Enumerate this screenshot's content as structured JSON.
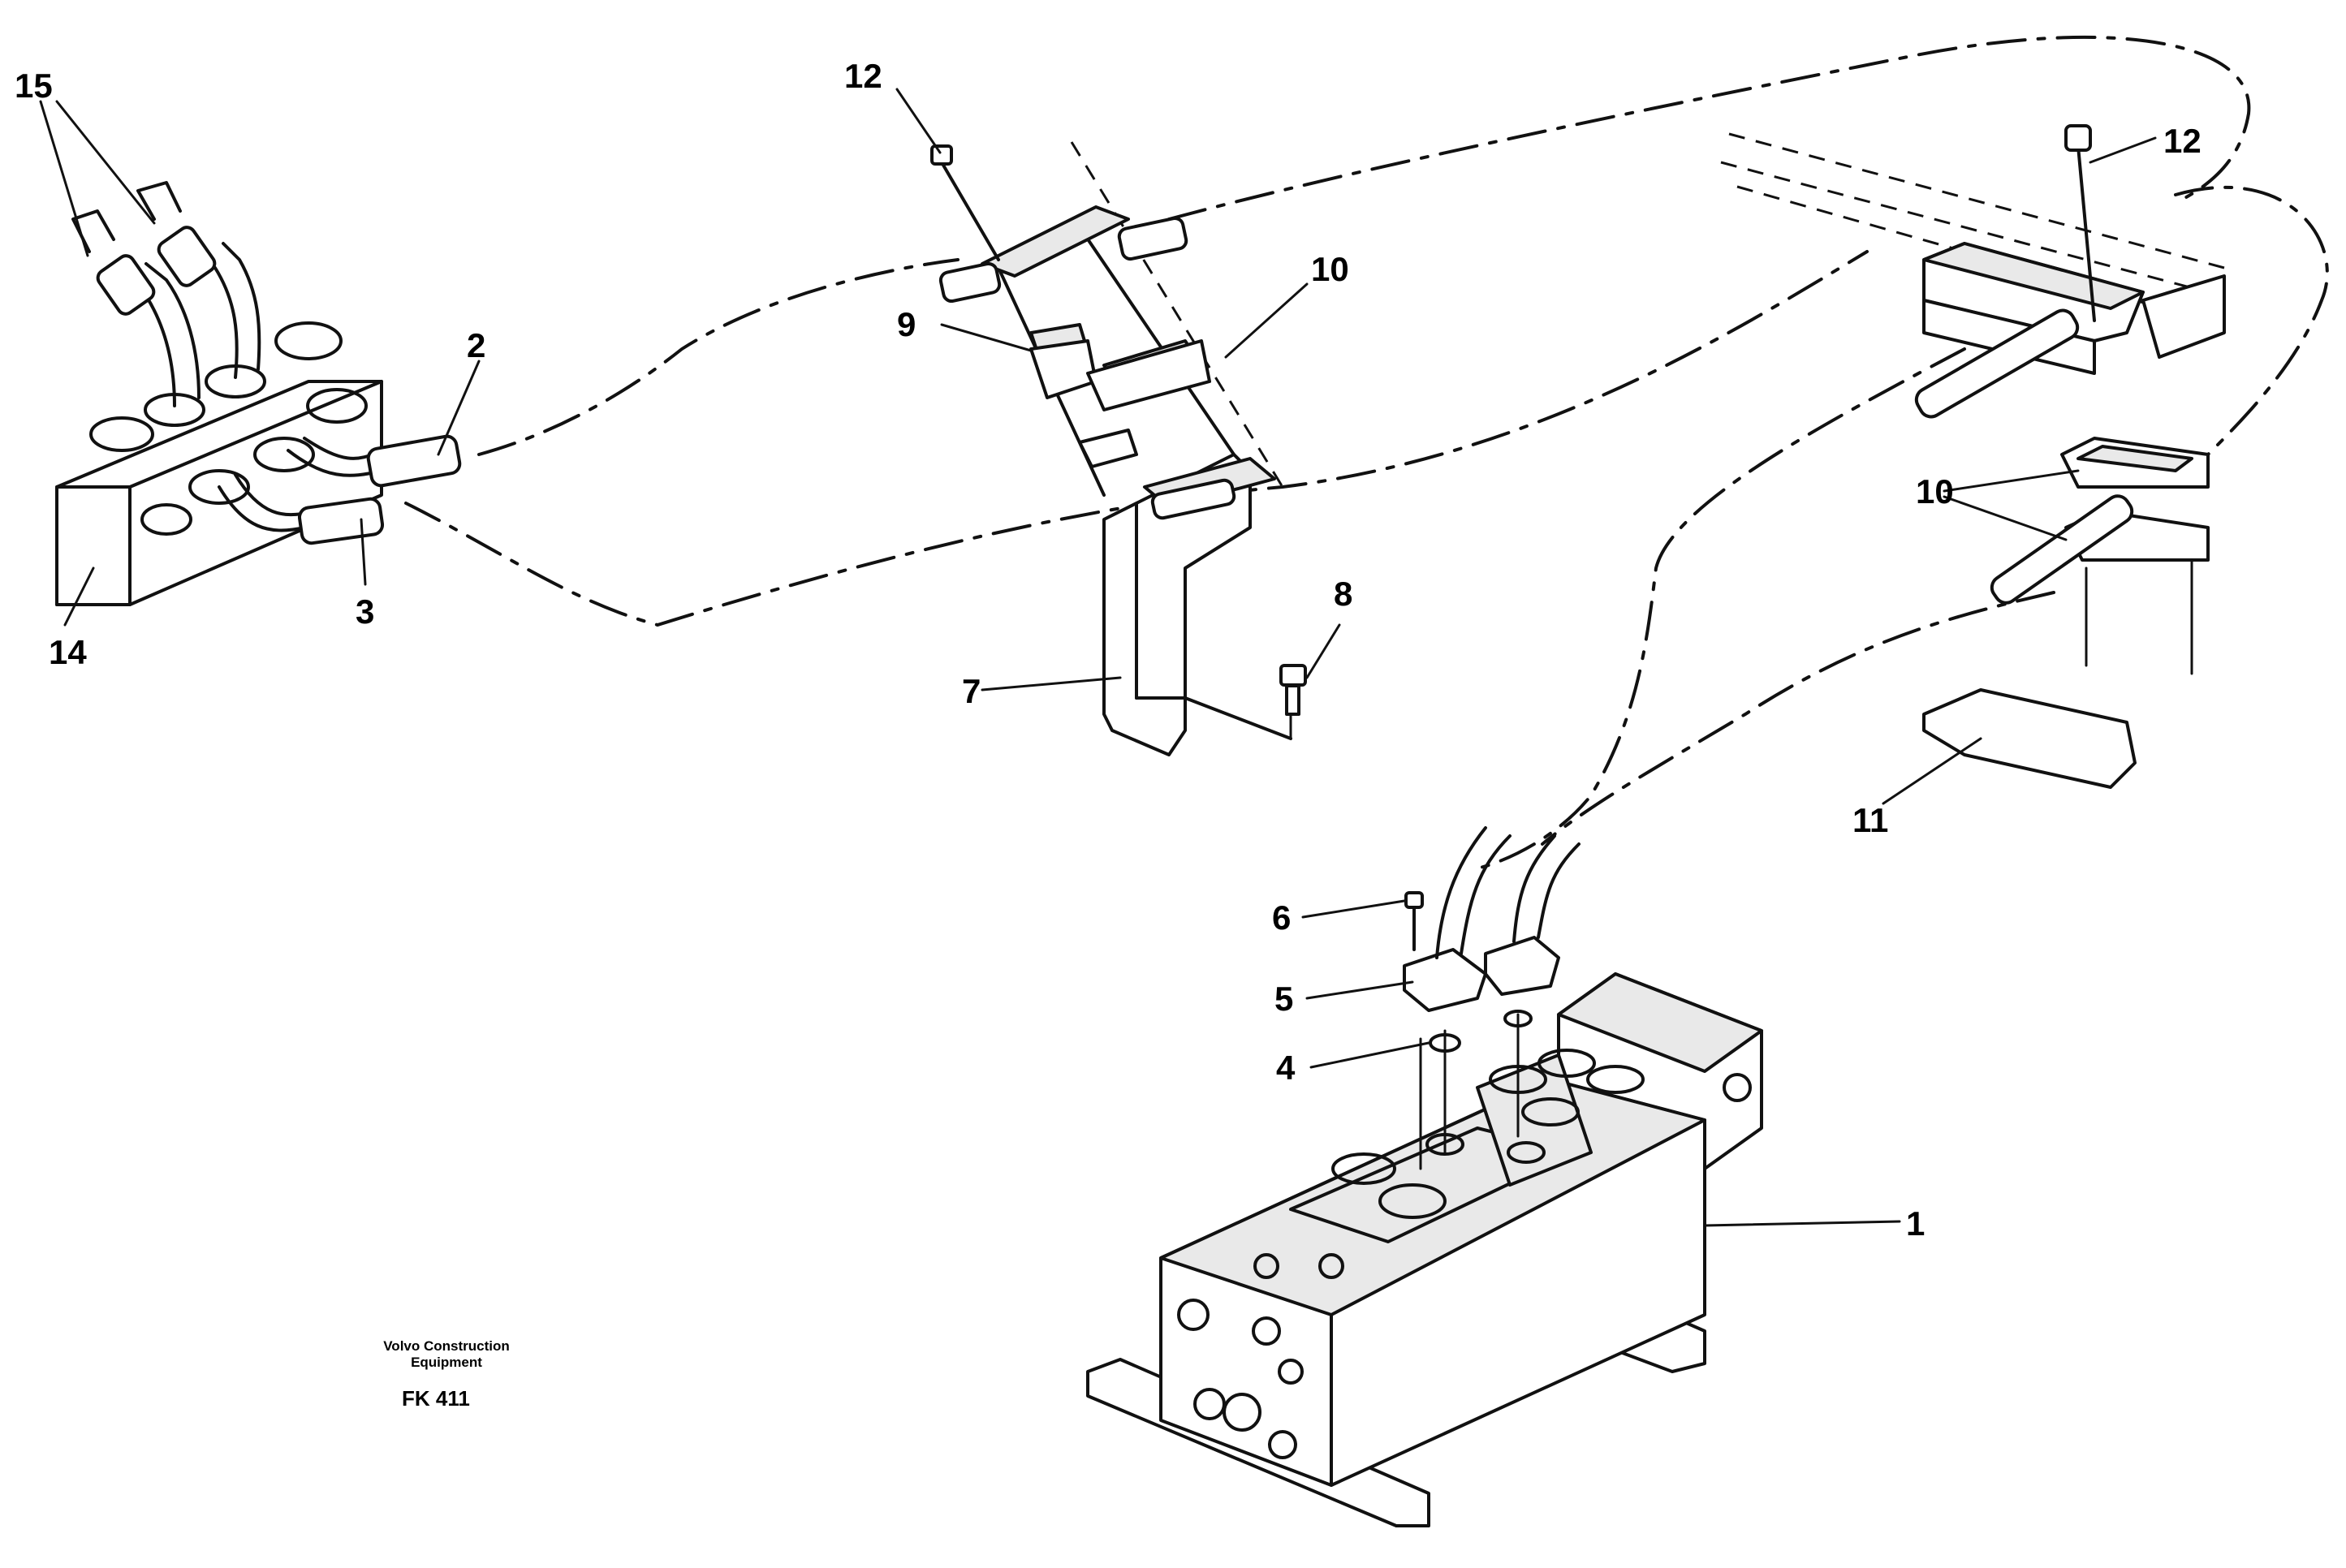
{
  "callouts": {
    "c1": "1",
    "c2": "2",
    "c3": "3",
    "c4": "4",
    "c5": "5",
    "c6": "6",
    "c7": "7",
    "c8": "8",
    "c9": "9",
    "c10a": "10",
    "c10b": "10",
    "c11": "11",
    "c12a": "12",
    "c12b": "12",
    "c14": "14",
    "c15": "15"
  },
  "footer": {
    "brand_line1": "Volvo Construction",
    "brand_line2": "Equipment",
    "code": "FK 411"
  }
}
